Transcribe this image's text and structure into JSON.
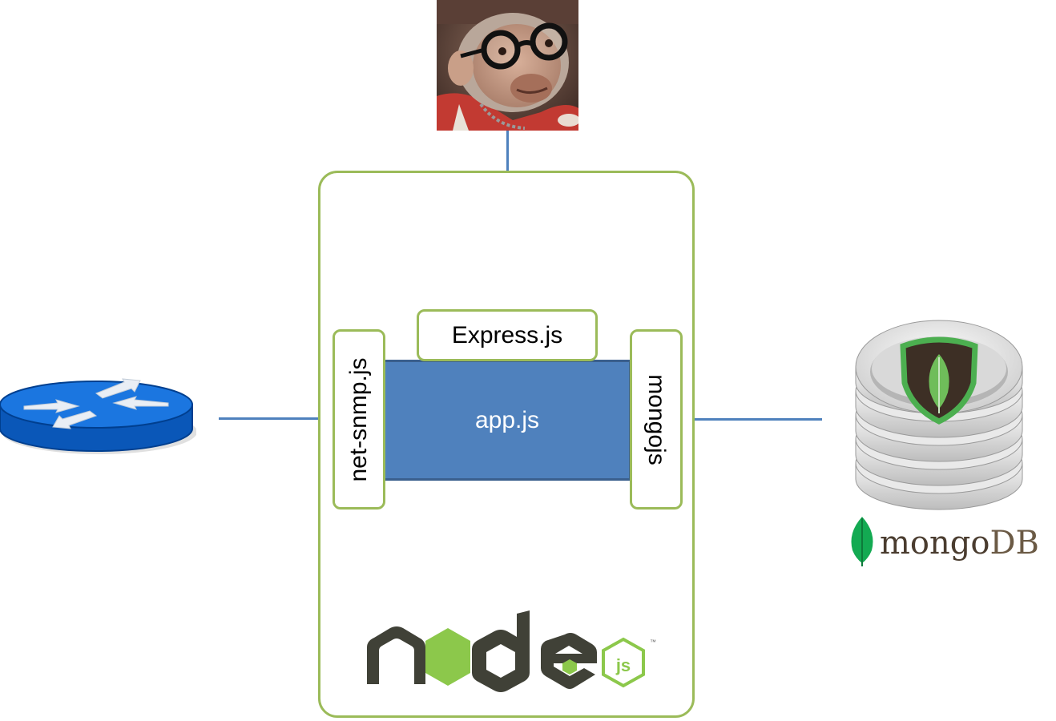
{
  "components": {
    "user": {
      "icon": "monkey-user-icon"
    },
    "router": {
      "icon": "network-router-icon"
    },
    "server": {
      "logo": "nodejs-logo"
    },
    "app": {
      "label": "app.js"
    },
    "express": {
      "label": "Express.js"
    },
    "snmp": {
      "label": "net-snmp.js"
    },
    "mongojs": {
      "label": "mongojs"
    },
    "database": {
      "icon": "mongodb-database-icon",
      "wordmark_main": "mongo",
      "wordmark_accent": "DB"
    }
  },
  "colors": {
    "container_border": "#9bbb59",
    "app_fill": "#4f81bd",
    "connector": "#4f81bd",
    "node_dark": "#404137",
    "node_green": "#8cc84b",
    "mongo_green": "#13aa52"
  }
}
